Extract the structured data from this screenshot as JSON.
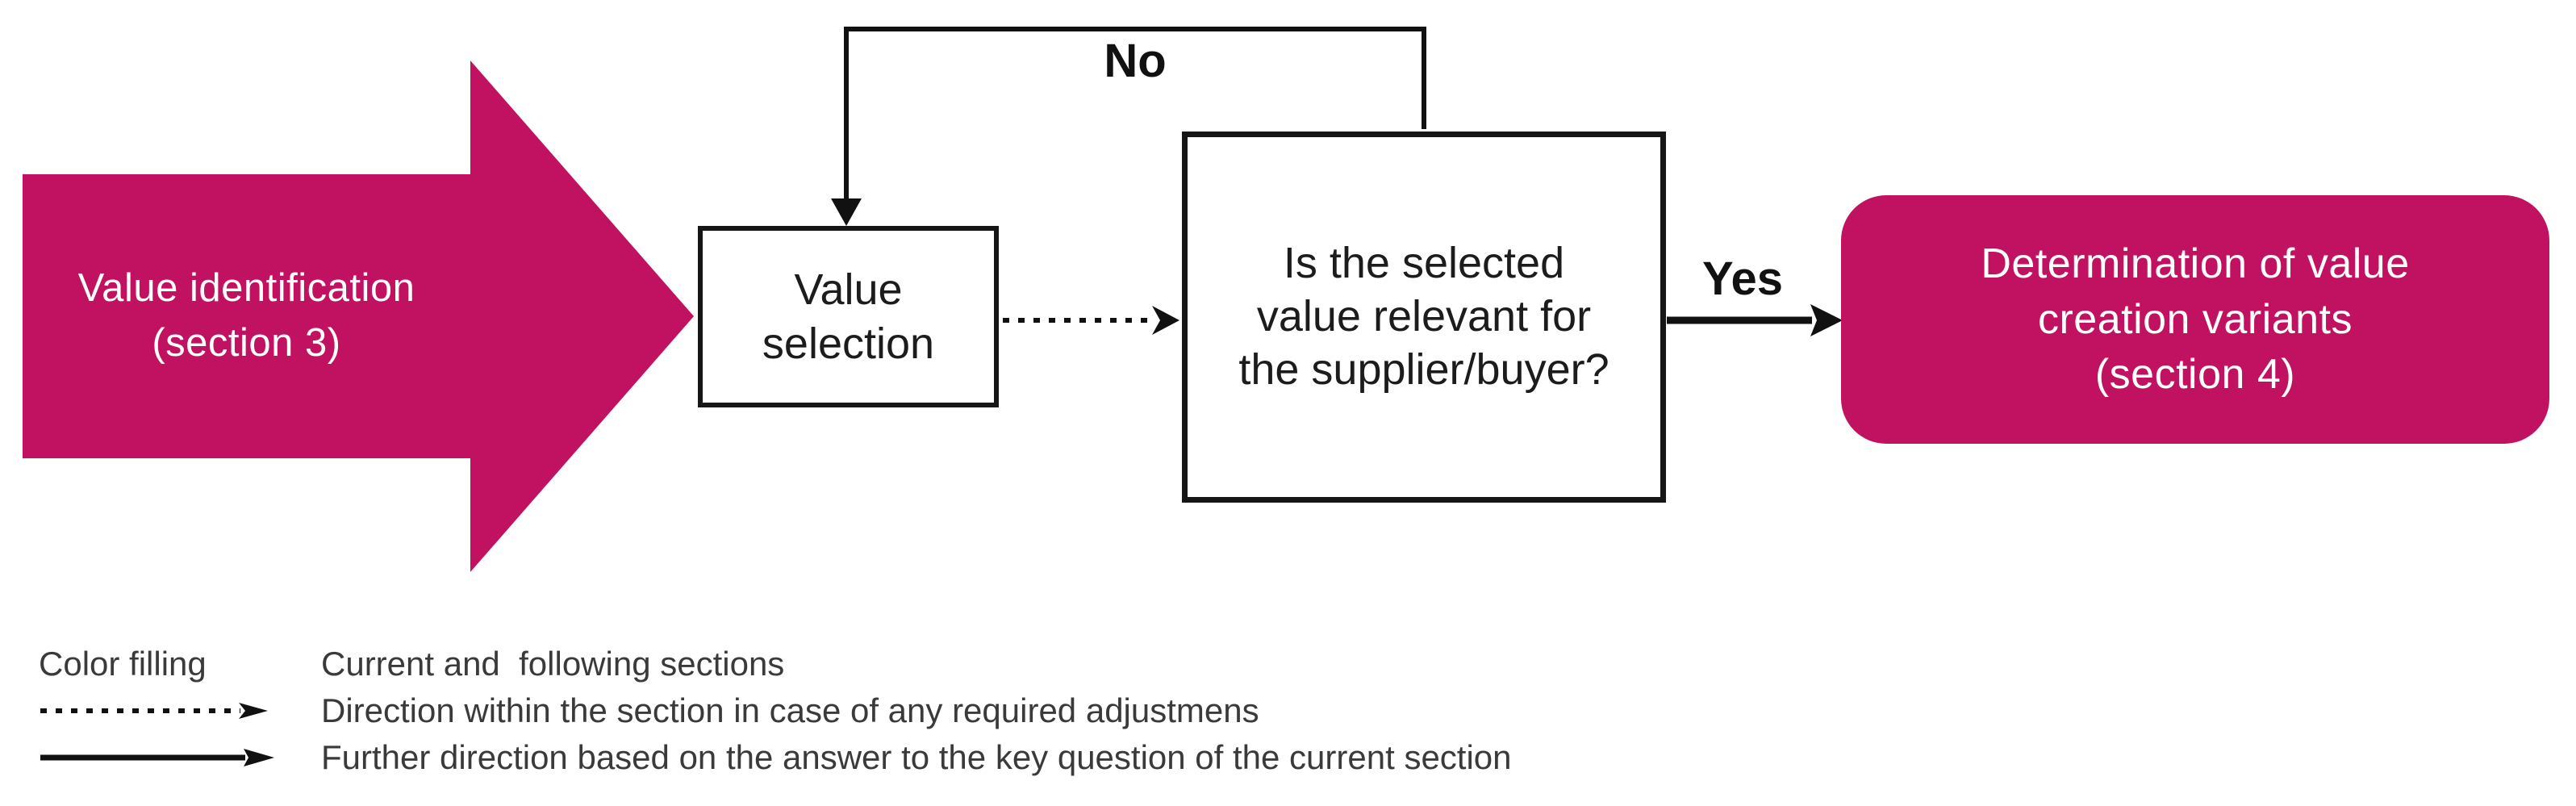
{
  "palette": {
    "magenta": "#C01261",
    "line_black": "#111111",
    "box_border": "#161616",
    "box_text": "#1c1c1c",
    "legend_text": "#3a3a3a",
    "white_text": "#ffffff"
  },
  "flow": {
    "start_arrow": {
      "line1": "Value identification",
      "line2": "(section 3)"
    },
    "value_selection_box": {
      "line1": "Value",
      "line2": "selection"
    },
    "question_box": {
      "line1": "Is the selected",
      "line2": "value relevant for",
      "line3": "the supplier/buyer?"
    },
    "no_label": "No",
    "yes_label": "Yes",
    "result_box": {
      "line1": "Determination of value",
      "line2": "creation variants",
      "line3": "(section 4)"
    }
  },
  "legend": {
    "rows": [
      {
        "key": "Color filling",
        "icon": "",
        "description": "Current and  following sections"
      },
      {
        "key": "",
        "icon": "dotted-arrow",
        "description": "Direction within the section in case of any required adjustmens"
      },
      {
        "key": "",
        "icon": "solid-arrow",
        "description": "Further direction based on the answer to the key question of the current section"
      }
    ]
  }
}
